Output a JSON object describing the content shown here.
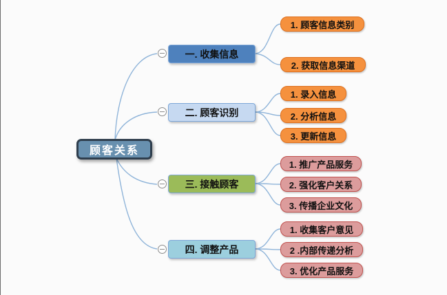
{
  "root": {
    "label": "顾客关系",
    "fill": "#6890AF",
    "border": "#2F3E4D",
    "text": "#FFFFFF"
  },
  "branches": [
    {
      "label": "一. 收集信息",
      "fill": "#4E81BD",
      "border": "#7CA6D8",
      "text": "#101010",
      "children": [
        {
          "label": "1. 顾客信息类别",
          "fill": "#F5913E",
          "border": "#DE6F1D",
          "text": "#101010"
        },
        {
          "label": "2. 获取信息渠道",
          "fill": "#F5913E",
          "border": "#DE6F1D",
          "text": "#101010"
        }
      ]
    },
    {
      "label": "二. 顾客识别",
      "fill": "#C6D9F1",
      "border": "#7CA6D8",
      "text": "#101010",
      "children": [
        {
          "label": "1. 录入信息",
          "fill": "#F5913E",
          "border": "#DE6F1D",
          "text": "#101010"
        },
        {
          "label": "2. 分析信息",
          "fill": "#F5913E",
          "border": "#DE6F1D",
          "text": "#101010"
        },
        {
          "label": "3. 更新信息",
          "fill": "#F5913E",
          "border": "#DE6F1D",
          "text": "#101010"
        }
      ]
    },
    {
      "label": "三. 接触顾客",
      "fill": "#9BBB59",
      "border": "#7CA6D8",
      "text": "#101010",
      "children": [
        {
          "label": "1. 推广产品服务",
          "fill": "#DC9C9C",
          "border": "#C0504D",
          "text": "#101010"
        },
        {
          "label": "2. 强化客户关系",
          "fill": "#DC9C9C",
          "border": "#C0504D",
          "text": "#101010"
        },
        {
          "label": "3. 传播企业文化",
          "fill": "#DC9C9C",
          "border": "#C0504D",
          "text": "#101010"
        }
      ]
    },
    {
      "label": "四. 调整产品",
      "fill": "#9CCFDE",
      "border": "#7CA6D8",
      "text": "#101010",
      "children": [
        {
          "label": "1. 收集客户意见",
          "fill": "#DC9C9C",
          "border": "#C0504D",
          "text": "#101010"
        },
        {
          "label": "2 .内部传递分析",
          "fill": "#DC9C9C",
          "border": "#C0504D",
          "text": "#101010"
        },
        {
          "label": "3. 优化产品服务",
          "fill": "#DC9C9C",
          "border": "#C0504D",
          "text": "#101010"
        }
      ]
    }
  ],
  "icons": {
    "collapse": "minus-circle-icon"
  },
  "colors": {
    "canvas_bg": "#FBFBFB",
    "connector": "#8FB4D9",
    "collapse_icon_stroke": "#8A8A8A"
  }
}
